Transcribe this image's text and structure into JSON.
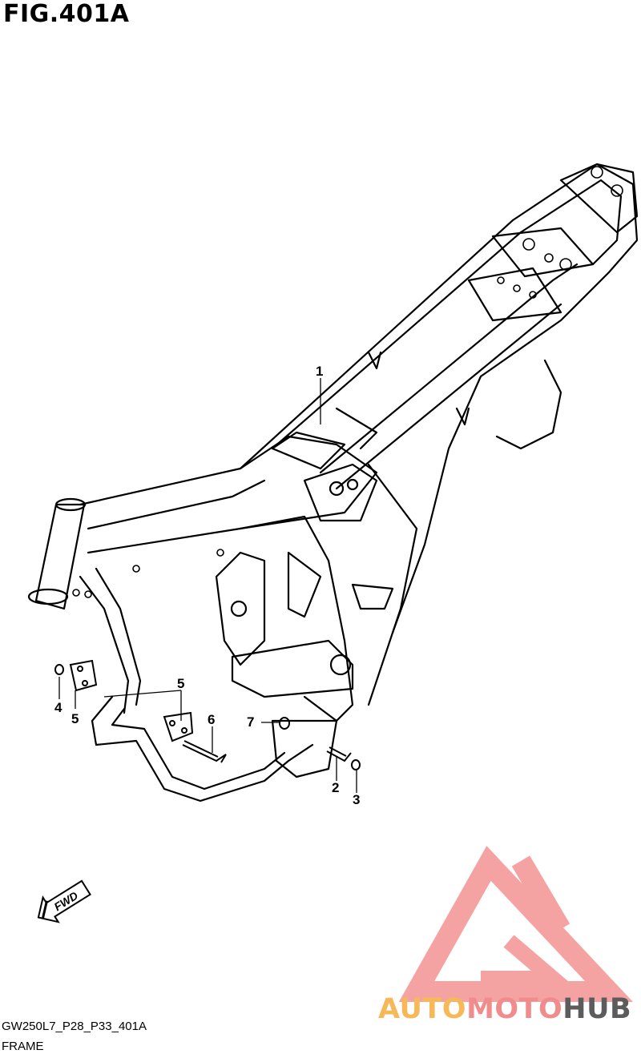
{
  "figure": {
    "title": "FIG.401A",
    "diagram_code": "GW250L7_P28_P33_401A",
    "caption": "FRAME"
  },
  "callouts": [
    {
      "id": "callout-1",
      "label": "1"
    },
    {
      "id": "callout-2",
      "label": "2"
    },
    {
      "id": "callout-3",
      "label": "3"
    },
    {
      "id": "callout-4",
      "label": "4"
    },
    {
      "id": "callout-5a",
      "label": "5"
    },
    {
      "id": "callout-5b",
      "label": "5"
    },
    {
      "id": "callout-6",
      "label": "6"
    },
    {
      "id": "callout-7",
      "label": "7"
    }
  ],
  "direction_arrow": {
    "label": "FWD"
  },
  "watermark": {
    "part1": "AUTO",
    "part2": "MOTO",
    "part3": "HUB",
    "colors": {
      "auto": "#F7B85A",
      "moto": "#F08C8C",
      "hub": "#5C5C5C",
      "triangle": "#F39A98"
    }
  }
}
